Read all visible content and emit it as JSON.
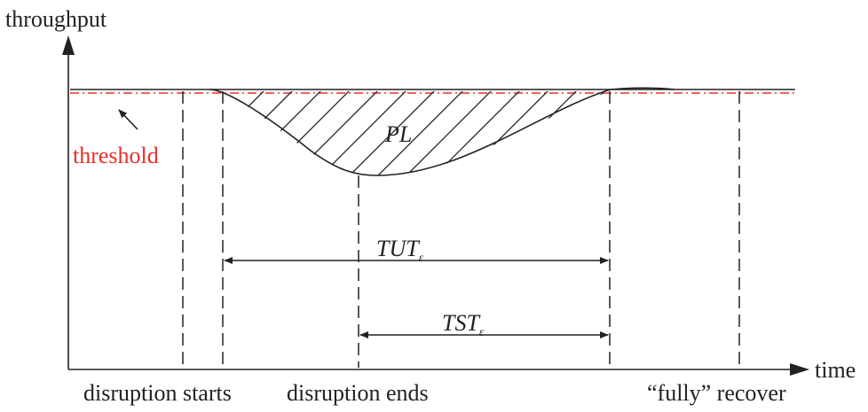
{
  "axes": {
    "y_label": "throughput",
    "x_label": "time"
  },
  "labels": {
    "threshold": "threshold",
    "area": "PL",
    "tut_main": "TUT",
    "tut_sub": "ε",
    "tst_main": "TST",
    "tst_sub": "ε",
    "disruption_starts": "disruption starts",
    "disruption_ends": "disruption ends",
    "fully_recover": "“fully” recover"
  },
  "colors": {
    "line": "#222222",
    "threshold": "#e8302a"
  }
}
